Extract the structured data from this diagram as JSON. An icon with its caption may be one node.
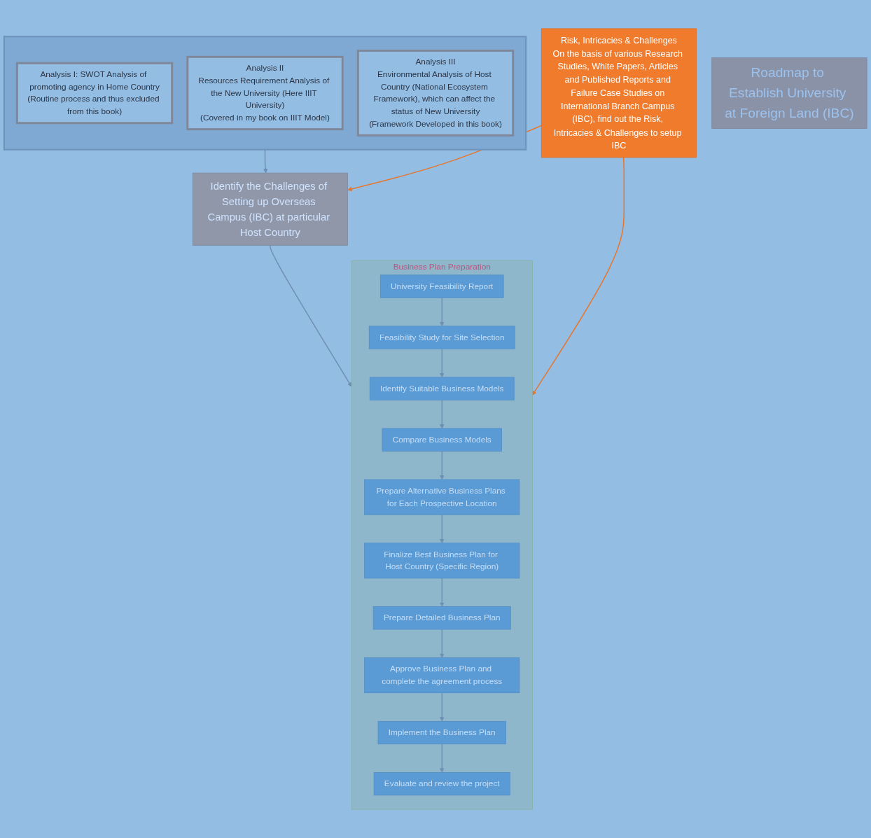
{
  "diagram": {
    "nodes": [
      {
        "text": [
          "Identify the Challenges of Setting up Overseas Campus (IBC) at particular Host Country"
        ]
      },
      {
        "text": [],
        "shape": "box"
      },
      {
        "text": [
          "Analysis I: SWOT Analysis of promoting agency in Home Country",
          "(Routine process and thus excluded from this book)"
        ],
        "in": 1
      },
      {
        "text": [
          "Analysis II",
          "Resources Requirement Analysis of the New University (Here IIIT University)",
          "(Covered in my book on IIIT Model)"
        ],
        "in": 1
      },
      {
        "text": [
          "Analysis III",
          "Environmental Analysis of Host Country (National Ecosystem Framework), which can affect the status of New University",
          "(Framework Developed in this book)"
        ],
        "in": 1
      },
      {
        "text": [
          "Business Plan Preparation"
        ]
      },
      {
        "text": [
          "University Feasibility Report"
        ],
        "in": 5
      },
      {
        "text": [
          "Feasibility Study for Site Selection"
        ],
        "in": 5
      },
      {
        "text": [
          "Identify Suitable Business Models"
        ],
        "in": 5
      },
      {
        "text": [
          "Compare Business Models"
        ],
        "in": 5
      },
      {
        "text": [
          "Prepare Alternative Business Plans for Each Prospective Location"
        ],
        "in": 5
      },
      {
        "text": [
          "Finalize Best Business Plan for Host Country (Specific Region)"
        ],
        "in": 5
      },
      {
        "text": [
          "Prepare Detailed Business Plan"
        ],
        "in": 5
      },
      {
        "text": [
          "Approve Business Plan and complete the agreement process"
        ],
        "in": 5
      },
      {
        "text": [
          "Implement the Business Plan"
        ],
        "in": 5
      },
      {
        "text": [
          "Evaluate and review the project"
        ],
        "in": 5
      },
      {
        "text": [
          "Risk, Intricacies & Challenges",
          "On the basis of various Research Studies, White Papers, Articles and Published Reports and Failure Case Studies on International Branch Campus (IBC), find out the Risk, Intricacies & Challenges to setup IBC"
        ]
      },
      {
        "text": [
          "Roadmap to Establish University at Foreign Land (IBC)"
        ]
      }
    ],
    "edges": [
      {
        "from": 1,
        "to": 0,
        "arrow": "to"
      },
      {
        "from": 0,
        "to": 5,
        "arrow": "to"
      },
      {
        "from": 16,
        "to": 0,
        "arrow": "to",
        "color": "#e8752a"
      },
      {
        "from": 16,
        "to": 5,
        "arrow": "to",
        "color": "#e8752a"
      },
      {
        "from": 6,
        "to": 7,
        "arrow": "to"
      },
      {
        "from": 7,
        "to": 8,
        "arrow": "to"
      },
      {
        "from": 8,
        "to": 9,
        "arrow": "to"
      },
      {
        "from": 9,
        "to": 10,
        "arrow": "to"
      },
      {
        "from": 10,
        "to": 11,
        "arrow": "to"
      },
      {
        "from": 11,
        "to": 12,
        "arrow": "to"
      },
      {
        "from": 12,
        "to": 13,
        "arrow": "to"
      },
      {
        "from": 13,
        "to": 14,
        "arrow": "to"
      },
      {
        "from": 14,
        "to": 15,
        "arrow": "to"
      }
    ]
  }
}
